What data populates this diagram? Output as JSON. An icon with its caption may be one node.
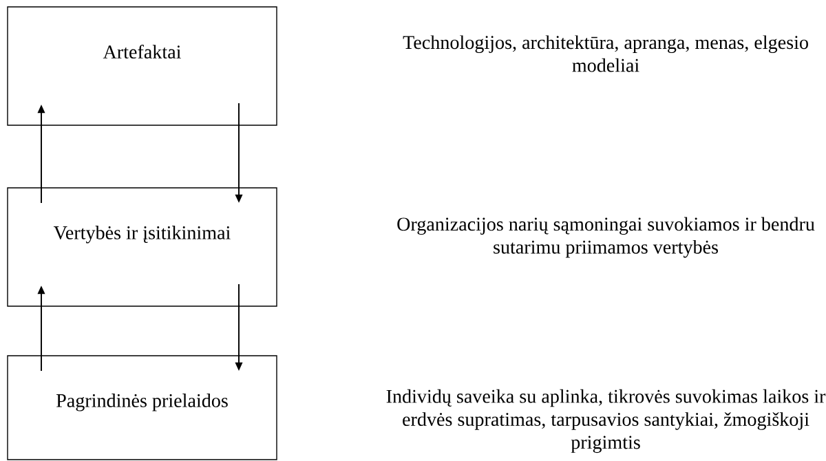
{
  "diagram": {
    "nodes": [
      {
        "text": [
          "Artefaktai"
        ]
      },
      {
        "text": [
          "Vertybės ir įsitikinimai"
        ]
      },
      {
        "text": [
          "Pagrindinės prielaidos"
        ]
      }
    ],
    "edges": [
      {
        "from": 1,
        "to": 0,
        "arrow": "to"
      },
      {
        "from": 0,
        "to": 1,
        "arrow": "to"
      },
      {
        "from": 2,
        "to": 1,
        "arrow": "to"
      },
      {
        "from": 1,
        "to": 2,
        "arrow": "to"
      }
    ],
    "labels": [
      "Technologijos, architektūra, apranga, menas, elgesio modeliai",
      "Organizacijos narių sąmoningai suvokiamos ir bendru sutarimu priimamos vertybės",
      "Individų saveika su aplinka, tikrovės suvokimas laikos ir erdvės supratimas, tarpusavios santykiai, žmogiškoji prigimtis"
    ]
  }
}
